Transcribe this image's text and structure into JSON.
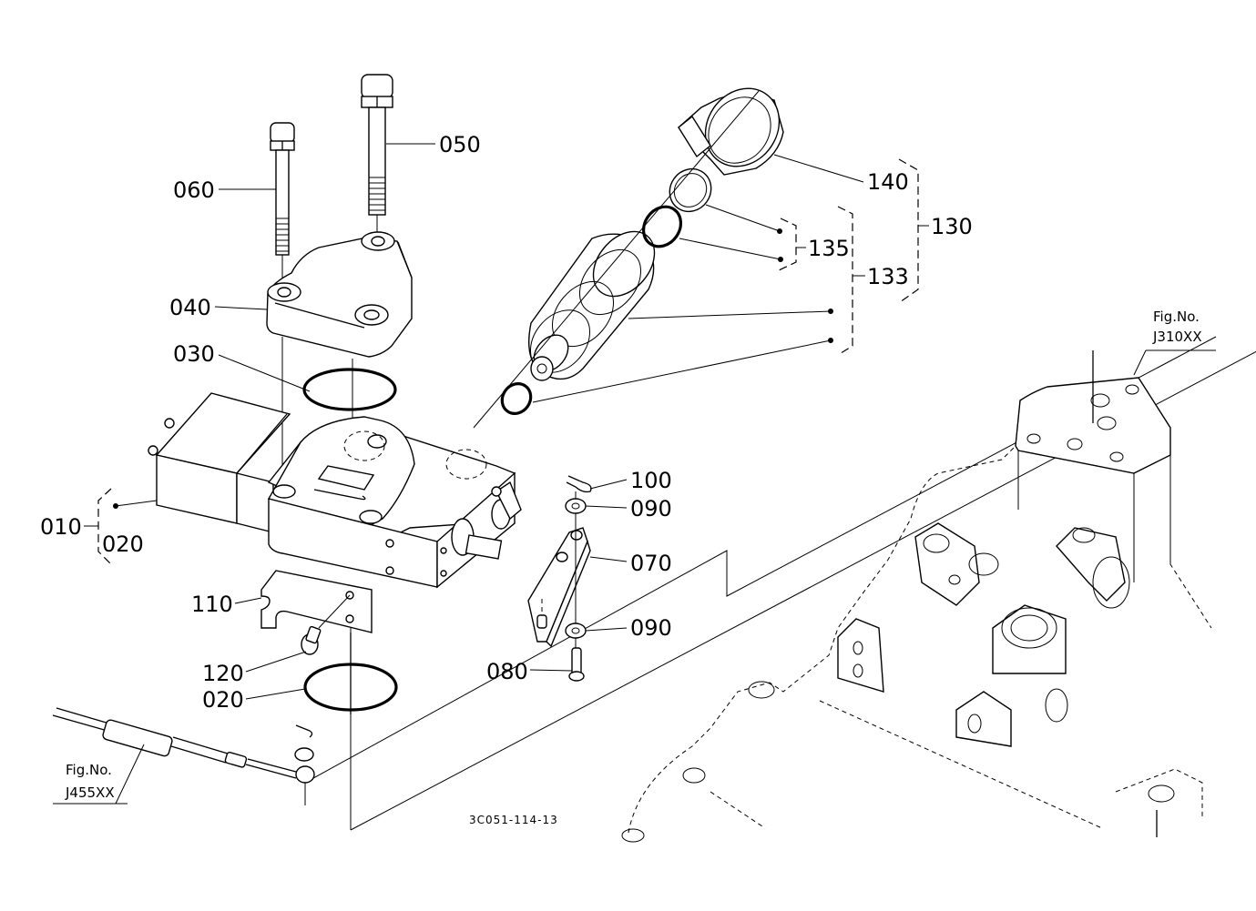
{
  "diagram": {
    "type": "exploded parts diagram",
    "drawing_code": "3C051-114-13",
    "callouts": {
      "c010": "010",
      "c020a": "020",
      "c020b": "020",
      "c030": "030",
      "c040": "040",
      "c050": "050",
      "c060": "060",
      "c070": "070",
      "c080": "080",
      "c090a": "090",
      "c090b": "090",
      "c100": "100",
      "c110": "110",
      "c120": "120",
      "c130": "130",
      "c133": "133",
      "c135": "135",
      "c140": "140"
    },
    "figure_refs": {
      "ref1": {
        "label": "Fig.No.",
        "number": "J310XX"
      },
      "ref2": {
        "label": "Fig.No.",
        "number": "J455XX"
      }
    },
    "groups": [
      {
        "parent": "010",
        "children": [
          "020"
        ]
      },
      {
        "parent": "130",
        "children": [
          "140",
          "133"
        ]
      },
      {
        "parent": "133",
        "children": [
          "135"
        ]
      }
    ]
  }
}
